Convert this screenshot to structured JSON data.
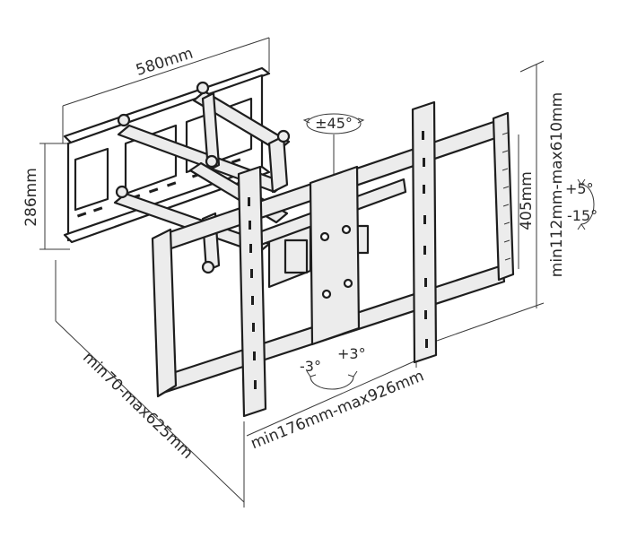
{
  "labels": {
    "width_580": "580mm",
    "height_286": "286mm",
    "swivel": "±45°",
    "vesa_405": "405mm",
    "vesa_range": "min112mm-max610mm",
    "tilt_up": "+5°",
    "tilt_down": "-15°",
    "level_minus": "-3°",
    "level_plus": "+3°",
    "horiz_range": "min176mm-max926mm",
    "extension": "min70-max625mm"
  },
  "colors": {
    "line": "#1e1e1e",
    "part_fill": "#ececec",
    "text": "#2a2a2a"
  }
}
